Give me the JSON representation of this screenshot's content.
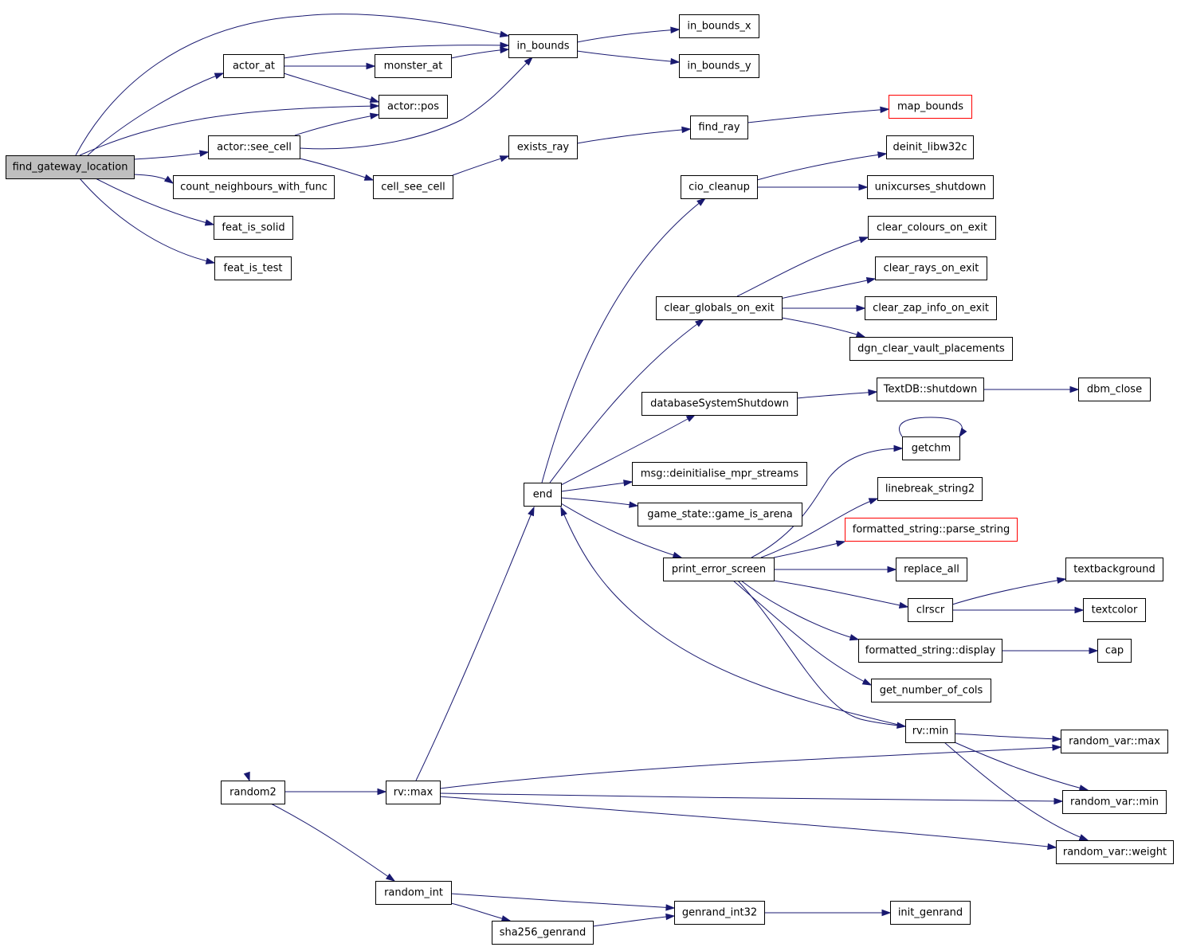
{
  "colors": {
    "edge": "#191970",
    "node_border": "#000000",
    "truncated_border": "#ff0000",
    "root_fill": "#bfbfbf",
    "background": "#ffffff"
  },
  "nodes": [
    {
      "id": "find_gateway_location",
      "label": "find_gateway_location",
      "kind": "root"
    },
    {
      "id": "actor_at",
      "label": "actor_at"
    },
    {
      "id": "monster_at",
      "label": "monster_at"
    },
    {
      "id": "in_bounds",
      "label": "in_bounds"
    },
    {
      "id": "in_bounds_x",
      "label": "in_bounds_x"
    },
    {
      "id": "in_bounds_y",
      "label": "in_bounds_y"
    },
    {
      "id": "actor_pos",
      "label": "actor::pos"
    },
    {
      "id": "map_bounds",
      "label": "map_bounds",
      "kind": "truncated"
    },
    {
      "id": "actor_see_cell",
      "label": "actor::see_cell"
    },
    {
      "id": "exists_ray",
      "label": "exists_ray"
    },
    {
      "id": "find_ray",
      "label": "find_ray"
    },
    {
      "id": "deinit_libw32c",
      "label": "deinit_libw32c"
    },
    {
      "id": "count_neighbours_with_func",
      "label": "count_neighbours_with_func"
    },
    {
      "id": "cell_see_cell",
      "label": "cell_see_cell"
    },
    {
      "id": "cio_cleanup",
      "label": "cio_cleanup"
    },
    {
      "id": "unixcurses_shutdown",
      "label": "unixcurses_shutdown"
    },
    {
      "id": "feat_is_solid",
      "label": "feat_is_solid"
    },
    {
      "id": "clear_colours_on_exit",
      "label": "clear_colours_on_exit"
    },
    {
      "id": "feat_is_test",
      "label": "feat_is_test"
    },
    {
      "id": "clear_rays_on_exit",
      "label": "clear_rays_on_exit"
    },
    {
      "id": "clear_globals_on_exit",
      "label": "clear_globals_on_exit"
    },
    {
      "id": "clear_zap_info_on_exit",
      "label": "clear_zap_info_on_exit"
    },
    {
      "id": "dgn_clear_vault_placements",
      "label": "dgn_clear_vault_placements"
    },
    {
      "id": "databaseSystemShutdown",
      "label": "databaseSystemShutdown"
    },
    {
      "id": "TextDB_shutdown",
      "label": "TextDB::shutdown"
    },
    {
      "id": "dbm_close",
      "label": "dbm_close"
    },
    {
      "id": "getchm",
      "label": "getchm"
    },
    {
      "id": "msg_deinitialise_mpr_streams",
      "label": "msg::deinitialise_mpr_streams"
    },
    {
      "id": "linebreak_string2",
      "label": "linebreak_string2"
    },
    {
      "id": "end",
      "label": "end"
    },
    {
      "id": "game_state_game_is_arena",
      "label": "game_state::game_is_arena"
    },
    {
      "id": "formatted_string_parse_string",
      "label": "formatted_string::parse_string",
      "kind": "truncated"
    },
    {
      "id": "print_error_screen",
      "label": "print_error_screen"
    },
    {
      "id": "replace_all",
      "label": "replace_all"
    },
    {
      "id": "textbackground",
      "label": "textbackground"
    },
    {
      "id": "clrscr",
      "label": "clrscr"
    },
    {
      "id": "textcolor",
      "label": "textcolor"
    },
    {
      "id": "formatted_string_display",
      "label": "formatted_string::display"
    },
    {
      "id": "cap",
      "label": "cap"
    },
    {
      "id": "get_number_of_cols",
      "label": "get_number_of_cols"
    },
    {
      "id": "rv_min",
      "label": "rv::min"
    },
    {
      "id": "random_var_max",
      "label": "random_var::max"
    },
    {
      "id": "random2",
      "label": "random2"
    },
    {
      "id": "rv_max",
      "label": "rv::max"
    },
    {
      "id": "random_var_min",
      "label": "random_var::min"
    },
    {
      "id": "random_var_weight",
      "label": "random_var::weight"
    },
    {
      "id": "random_int",
      "label": "random_int"
    },
    {
      "id": "genrand_int32",
      "label": "genrand_int32"
    },
    {
      "id": "init_genrand",
      "label": "init_genrand"
    },
    {
      "id": "sha256_genrand",
      "label": "sha256_genrand"
    }
  ],
  "edges": [
    {
      "from": "find_gateway_location",
      "to": "in_bounds"
    },
    {
      "from": "find_gateway_location",
      "to": "actor_at"
    },
    {
      "from": "find_gateway_location",
      "to": "actor_pos"
    },
    {
      "from": "find_gateway_location",
      "to": "actor_see_cell"
    },
    {
      "from": "find_gateway_location",
      "to": "count_neighbours_with_func"
    },
    {
      "from": "find_gateway_location",
      "to": "feat_is_solid"
    },
    {
      "from": "find_gateway_location",
      "to": "feat_is_test"
    },
    {
      "from": "find_gateway_location",
      "to": "random2"
    },
    {
      "from": "actor_at",
      "to": "in_bounds"
    },
    {
      "from": "actor_at",
      "to": "monster_at"
    },
    {
      "from": "actor_at",
      "to": "actor_pos"
    },
    {
      "from": "monster_at",
      "to": "in_bounds"
    },
    {
      "from": "in_bounds",
      "to": "in_bounds_x"
    },
    {
      "from": "in_bounds",
      "to": "in_bounds_y"
    },
    {
      "from": "actor_see_cell",
      "to": "actor_pos"
    },
    {
      "from": "actor_see_cell",
      "to": "in_bounds"
    },
    {
      "from": "actor_see_cell",
      "to": "cell_see_cell"
    },
    {
      "from": "cell_see_cell",
      "to": "exists_ray"
    },
    {
      "from": "exists_ray",
      "to": "find_ray"
    },
    {
      "from": "find_ray",
      "to": "map_bounds"
    },
    {
      "from": "cio_cleanup",
      "to": "deinit_libw32c"
    },
    {
      "from": "cio_cleanup",
      "to": "unixcurses_shutdown"
    },
    {
      "from": "clear_globals_on_exit",
      "to": "clear_colours_on_exit"
    },
    {
      "from": "clear_globals_on_exit",
      "to": "clear_rays_on_exit"
    },
    {
      "from": "clear_globals_on_exit",
      "to": "clear_zap_info_on_exit"
    },
    {
      "from": "clear_globals_on_exit",
      "to": "dgn_clear_vault_placements"
    },
    {
      "from": "databaseSystemShutdown",
      "to": "TextDB_shutdown"
    },
    {
      "from": "TextDB_shutdown",
      "to": "dbm_close"
    },
    {
      "from": "getchm",
      "to": "getchm"
    },
    {
      "from": "end",
      "to": "cio_cleanup"
    },
    {
      "from": "end",
      "to": "clear_globals_on_exit"
    },
    {
      "from": "end",
      "to": "databaseSystemShutdown"
    },
    {
      "from": "end",
      "to": "msg_deinitialise_mpr_streams"
    },
    {
      "from": "end",
      "to": "game_state_game_is_arena"
    },
    {
      "from": "end",
      "to": "print_error_screen"
    },
    {
      "from": "print_error_screen",
      "to": "getchm"
    },
    {
      "from": "print_error_screen",
      "to": "linebreak_string2"
    },
    {
      "from": "print_error_screen",
      "to": "formatted_string_parse_string"
    },
    {
      "from": "print_error_screen",
      "to": "replace_all"
    },
    {
      "from": "print_error_screen",
      "to": "clrscr"
    },
    {
      "from": "print_error_screen",
      "to": "formatted_string_display"
    },
    {
      "from": "print_error_screen",
      "to": "get_number_of_cols"
    },
    {
      "from": "print_error_screen",
      "to": "rv_min"
    },
    {
      "from": "clrscr",
      "to": "textbackground"
    },
    {
      "from": "clrscr",
      "to": "textcolor"
    },
    {
      "from": "formatted_string_display",
      "to": "cap"
    },
    {
      "from": "rv_min",
      "to": "end"
    },
    {
      "from": "rv_min",
      "to": "random_var_max"
    },
    {
      "from": "rv_min",
      "to": "random_var_min"
    },
    {
      "from": "rv_min",
      "to": "random_var_weight"
    },
    {
      "from": "random2",
      "to": "rv_max"
    },
    {
      "from": "random2",
      "to": "random_int"
    },
    {
      "from": "rv_max",
      "to": "end"
    },
    {
      "from": "rv_max",
      "to": "random_var_max"
    },
    {
      "from": "rv_max",
      "to": "random_var_min"
    },
    {
      "from": "rv_max",
      "to": "random_var_weight"
    },
    {
      "from": "random_int",
      "to": "genrand_int32"
    },
    {
      "from": "random_int",
      "to": "sha256_genrand"
    },
    {
      "from": "sha256_genrand",
      "to": "genrand_int32"
    },
    {
      "from": "genrand_int32",
      "to": "init_genrand"
    }
  ]
}
